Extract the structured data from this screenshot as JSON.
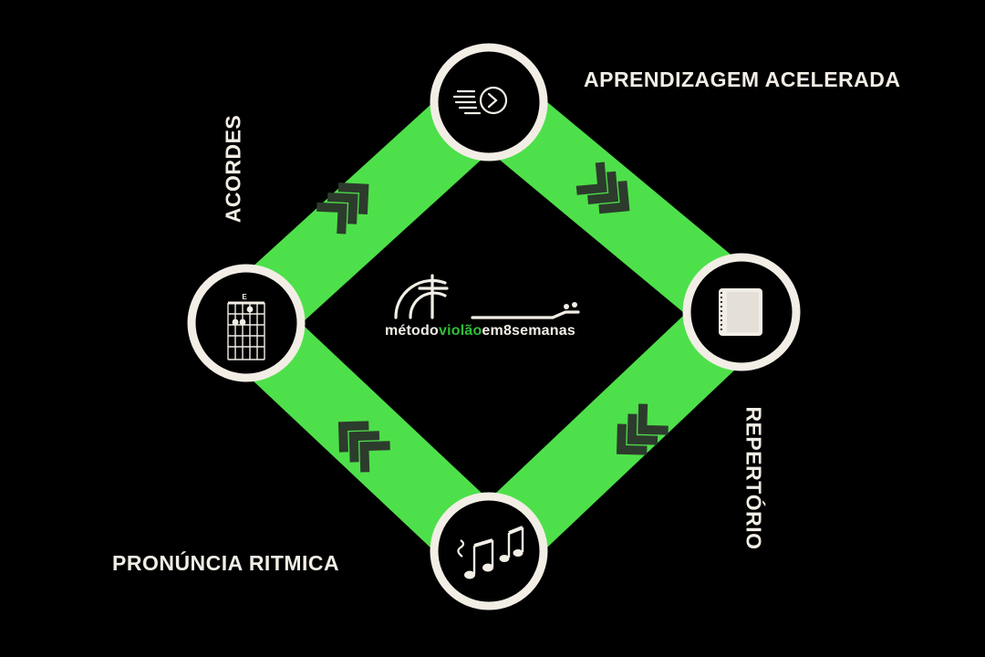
{
  "colors": {
    "background": "#000000",
    "band": "#4ee04a",
    "chevron": "#2d3b2d",
    "node_ring": "#f2eee6",
    "node_fill": "#000000",
    "text": "#f2eee6",
    "logo_accent": "#2fbf3a"
  },
  "diagram": {
    "nodes": [
      {
        "key": "top",
        "label": "APRENDIZAGEM ACELERADA",
        "icon": "fast-forward-icon"
      },
      {
        "key": "right",
        "label": "REPERTÓRIO",
        "icon": "notebook-icon"
      },
      {
        "key": "bottom",
        "label": "PRONÚNCIA RITMICA",
        "icon": "music-notes-icon"
      },
      {
        "key": "left",
        "label": "ACORDES",
        "icon": "chord-chart-icon"
      }
    ],
    "chord_name": "E",
    "flow_direction": "clockwise"
  },
  "logo": {
    "part1": "método",
    "part2": "violão",
    "part3": "em8semanas"
  }
}
